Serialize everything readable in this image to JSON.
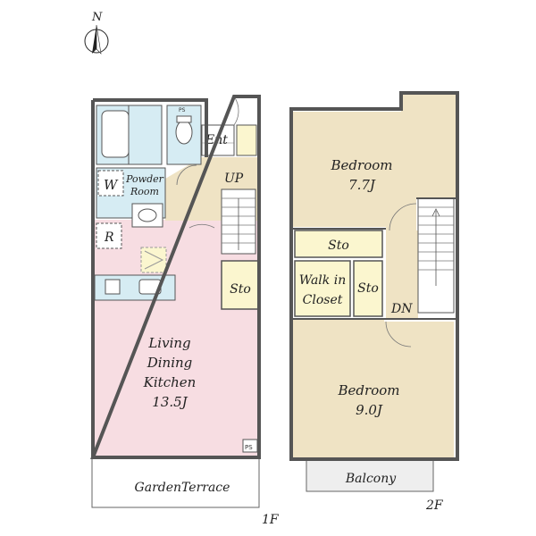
{
  "compass": {
    "north": "N"
  },
  "floor1": {
    "level": "1F",
    "rooms": {
      "entrance": "Ent",
      "powder_room_line1": "Powder",
      "powder_room_line2": "Room",
      "washer": "W",
      "refrigerator": "R",
      "stairs_up": "UP",
      "storage": "Sto",
      "ldk_line1": "Living",
      "ldk_line2": "Dining",
      "ldk_line3": "Kitchen",
      "ldk_size": "13.5J",
      "pipe_space_top": "PS",
      "pipe_space_bottom": "PS",
      "garden_terrace": "GardenTerrace"
    }
  },
  "floor2": {
    "level": "2F",
    "rooms": {
      "bedroom1": "Bedroom",
      "bedroom1_size": "7.7J",
      "storage_top": "Sto",
      "walk_in_line1": "Walk in",
      "walk_in_line2": "Closet",
      "storage_small": "Sto",
      "stairs_down": "DN",
      "bedroom2": "Bedroom",
      "bedroom2_size": "9.0J",
      "balcony": "Balcony"
    }
  },
  "colors": {
    "wall": "#555555",
    "ldk_floor": "#f7dde2",
    "bedroom_floor": "#efe3c4",
    "storage_floor": "#fbf6cf",
    "wet_area": "#d6ecf3",
    "hall_floor": "#efe3c4",
    "garden": "#ffffff",
    "balcony": "#eeeeee"
  }
}
